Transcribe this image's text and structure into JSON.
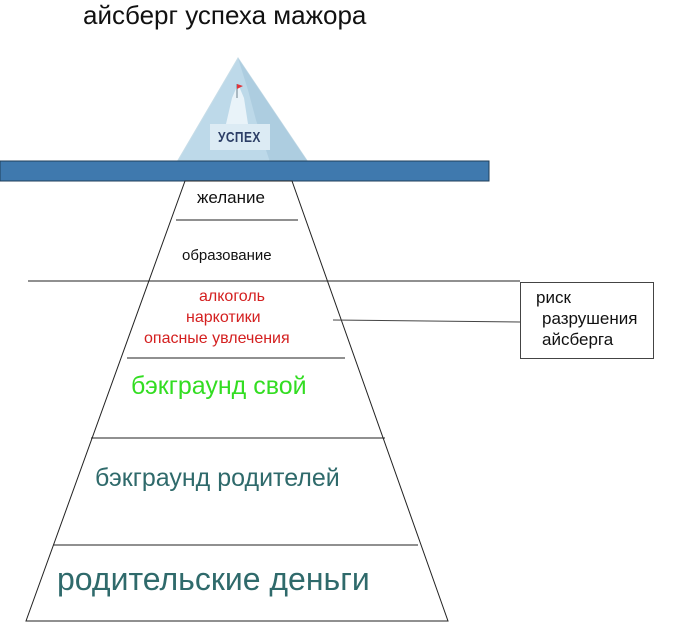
{
  "title": "айсберг успеха мажора",
  "tip_label": "УСПЕХ",
  "layers": {
    "desire": "желание",
    "education": "образование",
    "risks": [
      "алкоголь",
      "наркотики",
      "опасные увлечения"
    ],
    "own_background": "бэкграунд свой",
    "parents_background": "бэкграунд родителей",
    "parents_money": "родительские деньги"
  },
  "callout": [
    "риск",
    "разрушения",
    "айсберга"
  ],
  "colors": {
    "water_band": "#3f79ae",
    "ice_tip": "#bdd9e9",
    "risk_text": "#d42020",
    "own_background_text": "#33dd22",
    "teal_text": "#2f6a6b",
    "flag": "#e0333a"
  }
}
